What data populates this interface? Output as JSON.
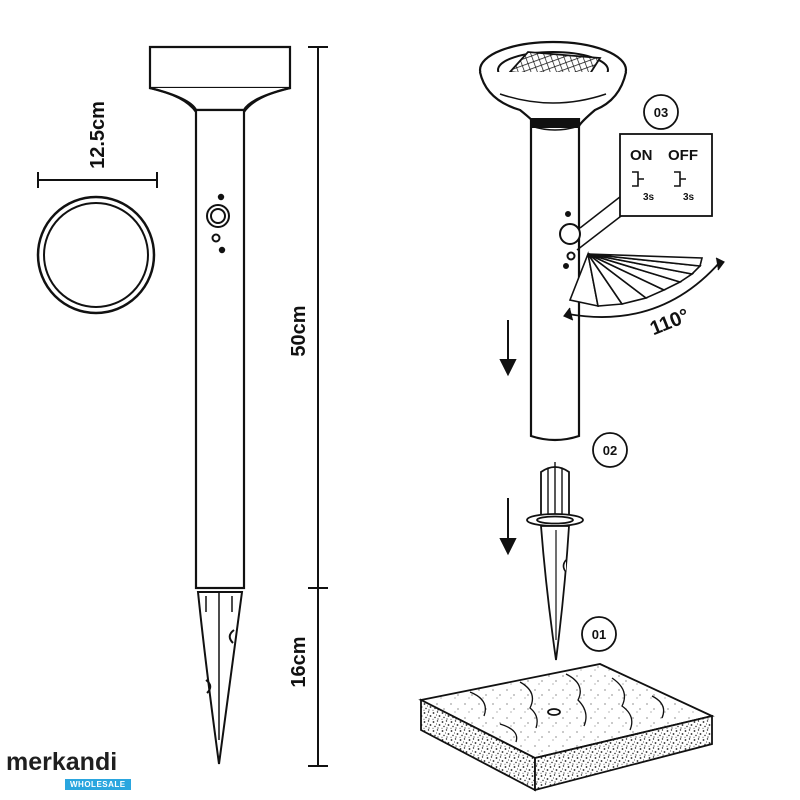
{
  "dimensions": {
    "diameter": "12.5cm",
    "body_height": "50cm",
    "spike_length": "16cm"
  },
  "steps": [
    "01",
    "02",
    "03"
  ],
  "switch": {
    "on_label": "ON",
    "off_label": "OFF",
    "press_time": "3s"
  },
  "sensor_angle": "110°",
  "logo": {
    "name": "merkandi",
    "tagline": "WHOLESALE"
  }
}
